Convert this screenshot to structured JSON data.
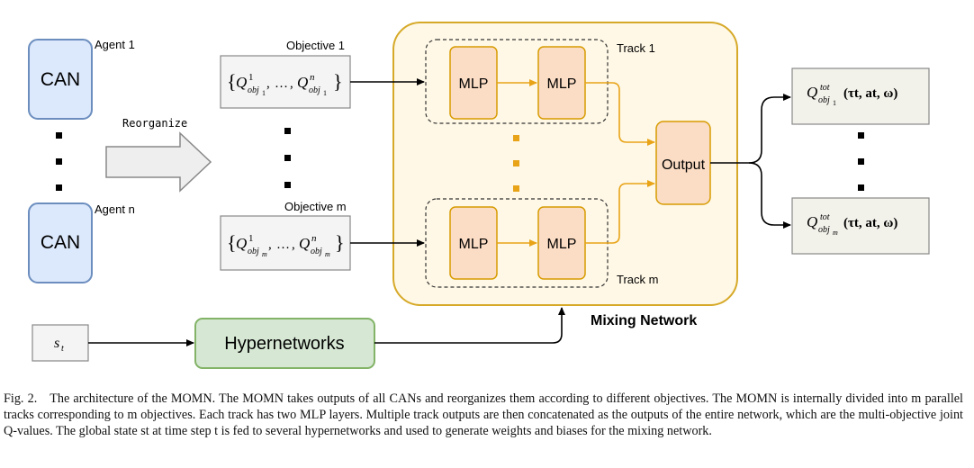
{
  "diagram": {
    "agents": [
      {
        "label": "Agent 1",
        "box": "CAN"
      },
      {
        "label": "Agent n",
        "box": "CAN"
      }
    ],
    "reorganize_label": "Reorganize",
    "objectives": [
      {
        "title": "Objective 1",
        "expr_lead": "Q",
        "sup1": "1",
        "supn": "n",
        "sub": "obj",
        "subsub": "1"
      },
      {
        "title": "Objective m",
        "expr_lead": "Q",
        "sup1": "1",
        "supn": "n",
        "sub": "obj",
        "subsub": "m"
      }
    ],
    "ellipsis": "…",
    "tracks": [
      {
        "label": "Track 1",
        "layers": [
          "MLP",
          "MLP"
        ]
      },
      {
        "label": "Track m",
        "layers": [
          "MLP",
          "MLP"
        ]
      }
    ],
    "output_label": "Output",
    "mixing_network_label": "Mixing Network",
    "hypernetworks_label": "Hypernetworks",
    "state_symbol": "s",
    "state_sub": "t",
    "results": [
      {
        "sup": "tot",
        "sub": "obj",
        "subsub": "1",
        "args": "(τt, at, ω)"
      },
      {
        "sup": "tot",
        "sub": "obj",
        "subsub": "m",
        "args": "(τt, at, ω)"
      }
    ],
    "colors": {
      "can_fill": "#dce8fb",
      "can_stroke": "#6c8ebf",
      "mlp_fill": "#fbdcc4",
      "mlp_stroke": "#d79b00",
      "mix_fill": "#fff8e6",
      "mix_stroke": "#d6a928",
      "hyper_fill": "#d6e8d4",
      "hyper_stroke": "#82b366",
      "grey_fill": "#f4f4f4",
      "grey_stroke": "#888888",
      "result_fill": "#f2f1ea",
      "dot_orange": "#e8a317"
    }
  },
  "caption": {
    "label": "Fig. 2.",
    "text": "The architecture of the MOMN. The MOMN takes outputs of all CANs and reorganizes them according to different objectives. The MOMN is internally divided into m parallel tracks corresponding to m objectives. Each track has two MLP layers. Multiple track outputs are then concatenated as the outputs of the entire network, which are the multi-objective joint Q-values. The global state st at time step t is fed to several hypernetworks and used to generate weights and biases for the mixing network."
  }
}
